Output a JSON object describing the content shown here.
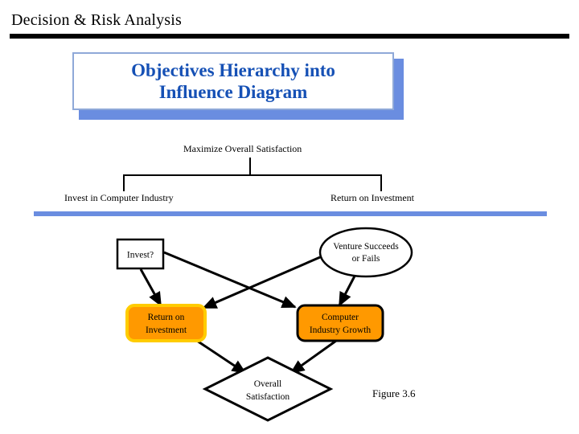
{
  "header": {
    "title": "Decision & Risk Analysis"
  },
  "title_card": {
    "line1": "Objectives Hierarchy into",
    "line2": "Influence Diagram",
    "text_color": "#1550b5",
    "border_color": "#8fa9d8",
    "shadow_color": "#6a8de0"
  },
  "divider": {
    "color": "#6a8de0"
  },
  "hierarchy": {
    "root": "Maximize Overall Satisfaction",
    "children": [
      "Invest in Computer Industry",
      "Return on Investment"
    ]
  },
  "influence_diagram": {
    "nodes": [
      {
        "id": "invest",
        "label_line1": "Invest?",
        "label_line2": "",
        "shape": "rectangle",
        "fill": "#ffffff",
        "stroke": "#000000"
      },
      {
        "id": "venture",
        "label_line1": "Venture Succeeds",
        "label_line2": "or Fails",
        "shape": "ellipse",
        "fill": "#ffffff",
        "stroke": "#000000"
      },
      {
        "id": "roi",
        "label_line1": "Return on",
        "label_line2": "Investment",
        "shape": "rounded-rectangle",
        "fill": "#ff9900",
        "stroke": "#ffcc00"
      },
      {
        "id": "growth",
        "label_line1": "Computer",
        "label_line2": "Industry Growth",
        "shape": "rounded-rectangle",
        "fill": "#ff9900",
        "stroke": "#000000"
      },
      {
        "id": "overall",
        "label_line1": "Overall",
        "label_line2": "Satisfaction",
        "shape": "diamond",
        "fill": "#ffffff",
        "stroke": "#000000"
      }
    ],
    "edges": [
      {
        "from": "invest",
        "to": "roi"
      },
      {
        "from": "invest",
        "to": "growth"
      },
      {
        "from": "venture",
        "to": "roi"
      },
      {
        "from": "venture",
        "to": "growth"
      },
      {
        "from": "roi",
        "to": "overall"
      },
      {
        "from": "growth",
        "to": "overall"
      }
    ]
  },
  "figure_caption": "Figure 3.6"
}
